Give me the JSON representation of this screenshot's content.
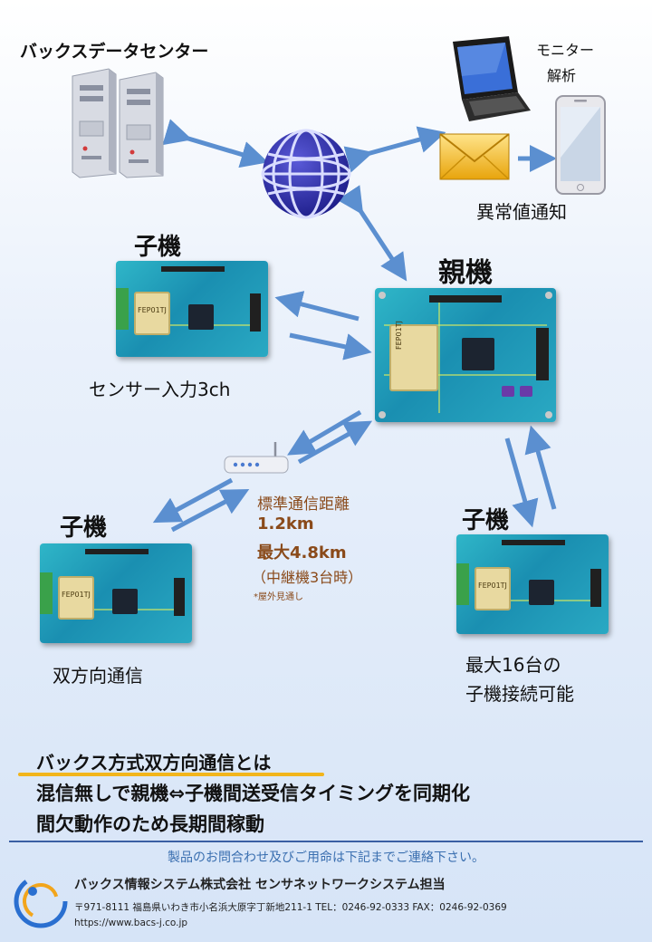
{
  "diagram": {
    "datacenter_label": "バックスデータセンター",
    "monitor_label": "モニター",
    "analysis_label": "解析",
    "alert_label": "異常値通知",
    "parent_label": "親機",
    "child_labels": [
      "子機",
      "子機",
      "子機"
    ],
    "sensor_caption": "センサー入力3ch",
    "bidirectional_caption": "双方向通信",
    "max_units_line1": "最大16台の",
    "max_units_line2": "子機接続可能",
    "range_title": "標準通信距離",
    "range_standard": "1.2km",
    "range_max": "最大4.8km",
    "range_repeater": "（中継機3台時）",
    "range_note": "*屋外見通し",
    "module_text_parent": "FEP01TJ",
    "module_text_child": "FEP01TJ"
  },
  "summary": {
    "heading": "バックス方式双方向通信とは",
    "line1": "混信無しで親機⇔子機間送受信タイミングを同期化",
    "line2": "間欠動作のため長期間稼動"
  },
  "footer": {
    "contact": "製品のお問合わせ及びご用命は下記までご連絡下さい。",
    "company": "バックス情報システム株式会社 センサネットワークシステム担当",
    "address": "〒971-8111 福島県いわき市小名浜大原字丁新地211-1 TEL：0246-92-0333 FAX：0246-92-0369",
    "url": "https://www.bacs-j.co.jp"
  },
  "colors": {
    "arrow": "#5b8fd0",
    "range_text": "#8a4a1a",
    "underline": "#f2b51c",
    "footer_blue": "#3a6fb0"
  },
  "icons": [
    "server-icon",
    "globe-icon",
    "laptop-icon",
    "envelope-icon",
    "smartphone-icon",
    "router-icon",
    "company-logo-icon"
  ]
}
